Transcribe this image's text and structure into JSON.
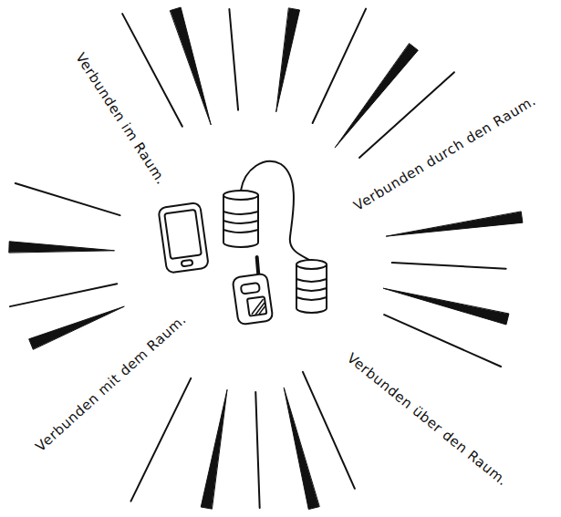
{
  "diagram": {
    "labels": [
      "Verbunden im Raum.",
      "Verbunden durch den Raum.",
      "Verbunden mit dem Raum.",
      "Verbunden über den Raum."
    ]
  }
}
